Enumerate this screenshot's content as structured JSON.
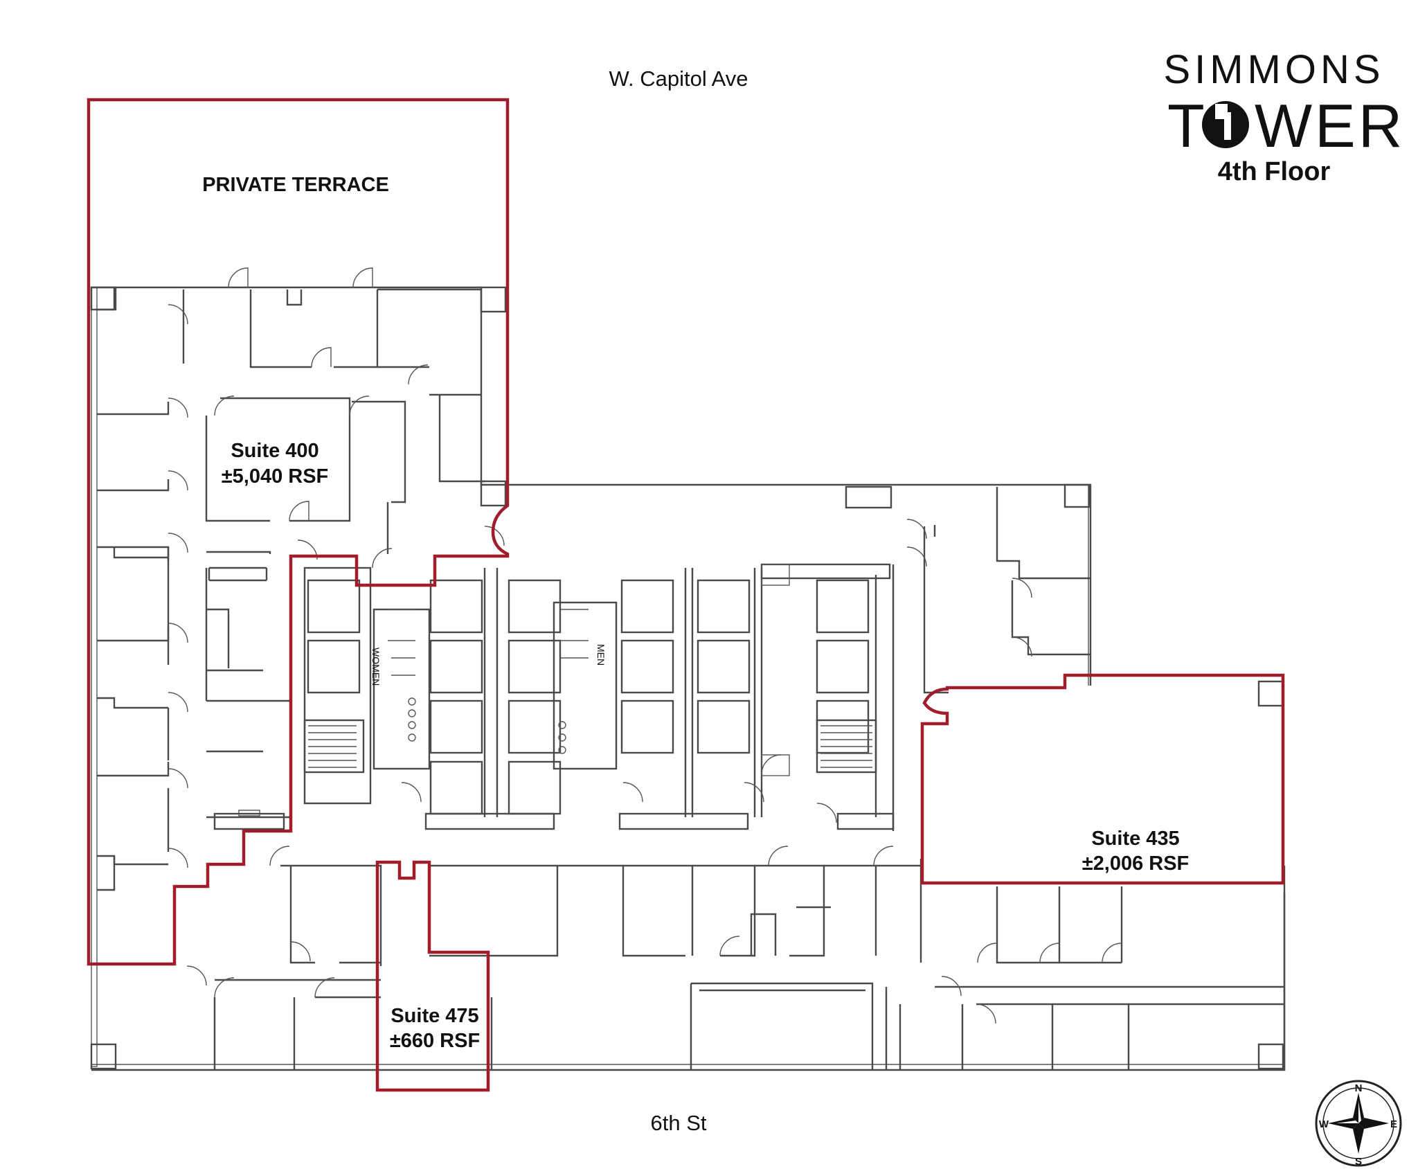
{
  "streets": {
    "north": "W. Capitol Ave",
    "south": "6th St"
  },
  "brand": {
    "line1": "SIMMONS",
    "line2": "TOWER",
    "floor": "4th Floor"
  },
  "terrace": "PRIVATE TERRACE",
  "suites": [
    {
      "name": "Suite 400",
      "area": "±5,040 RSF"
    },
    {
      "name": "Suite 435",
      "area": "±2,006 RSF"
    },
    {
      "name": "Suite 475",
      "area": "±660 RSF"
    }
  ],
  "restrooms": {
    "women": "WOMEN",
    "men": "MEN"
  },
  "compass": {
    "n": "N",
    "s": "S",
    "e": "E",
    "w": "W"
  },
  "colors": {
    "suite_outline": "#a01e2b",
    "walls": "#4a4a4a"
  }
}
